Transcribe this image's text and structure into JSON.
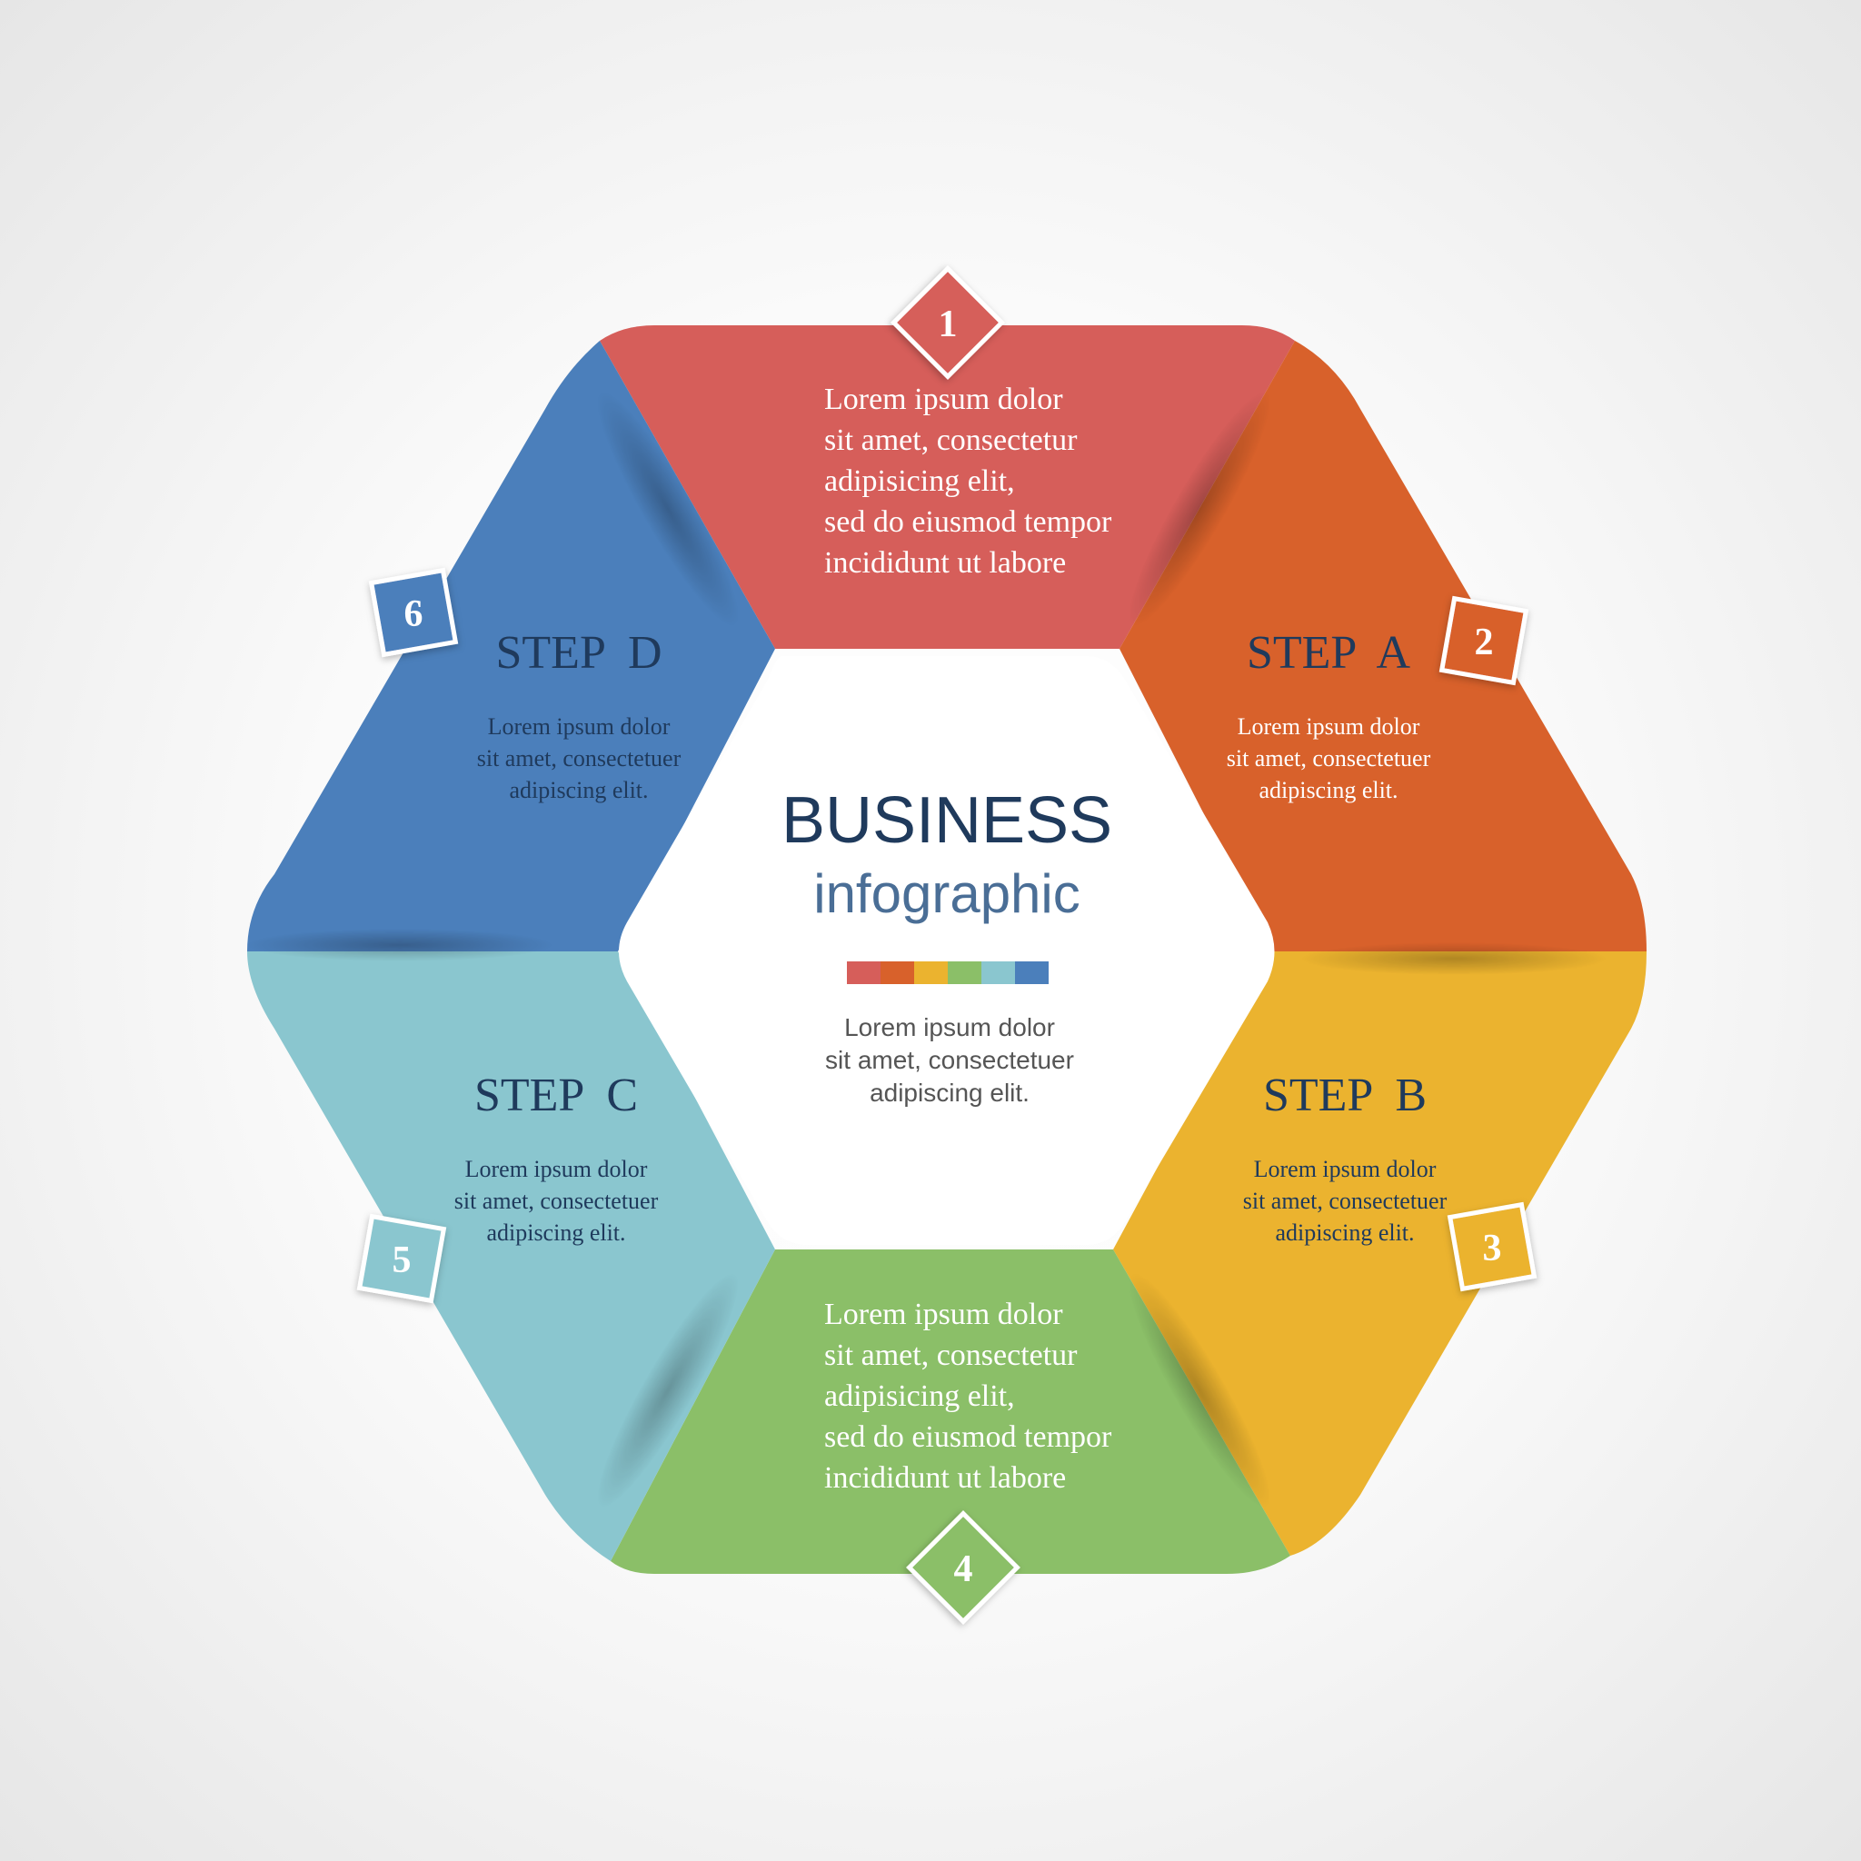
{
  "center": {
    "title": "BUSINESS",
    "subtitle": "infographic",
    "lines": [
      "Lorem ipsum dolor",
      "sit amet, consectetuer",
      "adipiscing elit."
    ],
    "title_color": "#1f3a5c",
    "subtitle_color": "#4a6e96",
    "text_color": "#555555",
    "color_bar": [
      "#d65e5a",
      "#d8612b",
      "#ebb32f",
      "#8bbf68",
      "#8ac6cf",
      "#4b7fbb"
    ]
  },
  "segments": [
    {
      "id": "top",
      "color": "#d65e5a",
      "label": "",
      "text_color": "#ffffff",
      "lines": [
        "Lorem ipsum dolor",
        "sit amet, consectetur",
        "adipisicing elit,",
        "sed do eiusmod tempor",
        "incididunt ut labore"
      ]
    },
    {
      "id": "upper-right",
      "color": "#d8612b",
      "label": "STEP  A",
      "text_color": "#ffffff",
      "lines": [
        "Lorem ipsum dolor",
        "sit amet, consectetuer",
        "adipiscing elit."
      ]
    },
    {
      "id": "lower-right",
      "color": "#ebb32f",
      "label": "STEP  B",
      "text_color": "#1f3a5c",
      "lines": [
        "Lorem ipsum dolor",
        "sit amet, consectetuer",
        "adipiscing elit."
      ]
    },
    {
      "id": "bottom",
      "color": "#8bbf68",
      "label": "",
      "text_color": "#ffffff",
      "lines": [
        "Lorem ipsum dolor",
        "sit amet, consectetur",
        "adipisicing elit,",
        "sed do eiusmod tempor",
        "incididunt ut labore"
      ]
    },
    {
      "id": "lower-left",
      "color": "#8ac6cf",
      "label": "STEP  C",
      "text_color": "#1f3a5c",
      "lines": [
        "Lorem ipsum dolor",
        "sit amet, consectetuer",
        "adipiscing elit."
      ]
    },
    {
      "id": "upper-left",
      "color": "#4b7fbb",
      "label": "STEP  D",
      "text_color": "#1f3a5c",
      "lines": [
        "Lorem ipsum dolor",
        "sit amet, consectetuer",
        "adipiscing elit."
      ]
    }
  ],
  "badges": [
    {
      "number": "1",
      "color": "#d65e5a",
      "shape": "diamond"
    },
    {
      "number": "2",
      "color": "#d8612b",
      "shape": "square"
    },
    {
      "number": "3",
      "color": "#ebb32f",
      "shape": "square"
    },
    {
      "number": "4",
      "color": "#8bbf68",
      "shape": "diamond"
    },
    {
      "number": "5",
      "color": "#8ac6cf",
      "shape": "square"
    },
    {
      "number": "6",
      "color": "#4b7fbb",
      "shape": "square"
    }
  ]
}
